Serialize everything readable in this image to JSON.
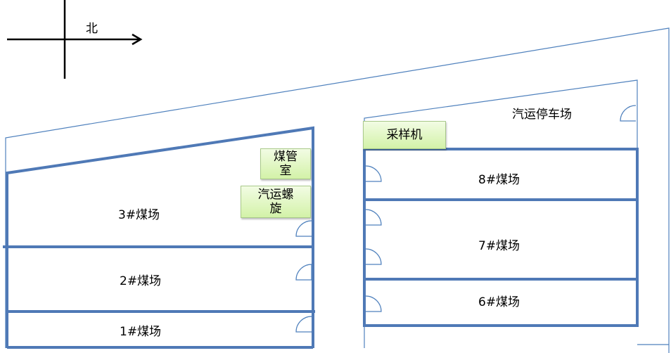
{
  "compass": {
    "north_label": "北"
  },
  "yards": {
    "yard_3": "3#煤场",
    "yard_2": "2#煤场",
    "yard_1": "1#煤场",
    "yard_8": "8#煤场",
    "yard_7": "7#煤场",
    "yard_6": "6#煤场"
  },
  "facilities": {
    "coal_pipe_room": [
      "煤管",
      "室"
    ],
    "truck_screw": [
      "汽运螺",
      "旋"
    ],
    "sampler": "采样机",
    "truck_parking": "汽运停车场"
  },
  "colors": {
    "thin_line": "#4f81bd",
    "thick_line": "#4f79b6",
    "label_fill": "#d8f3b0"
  }
}
